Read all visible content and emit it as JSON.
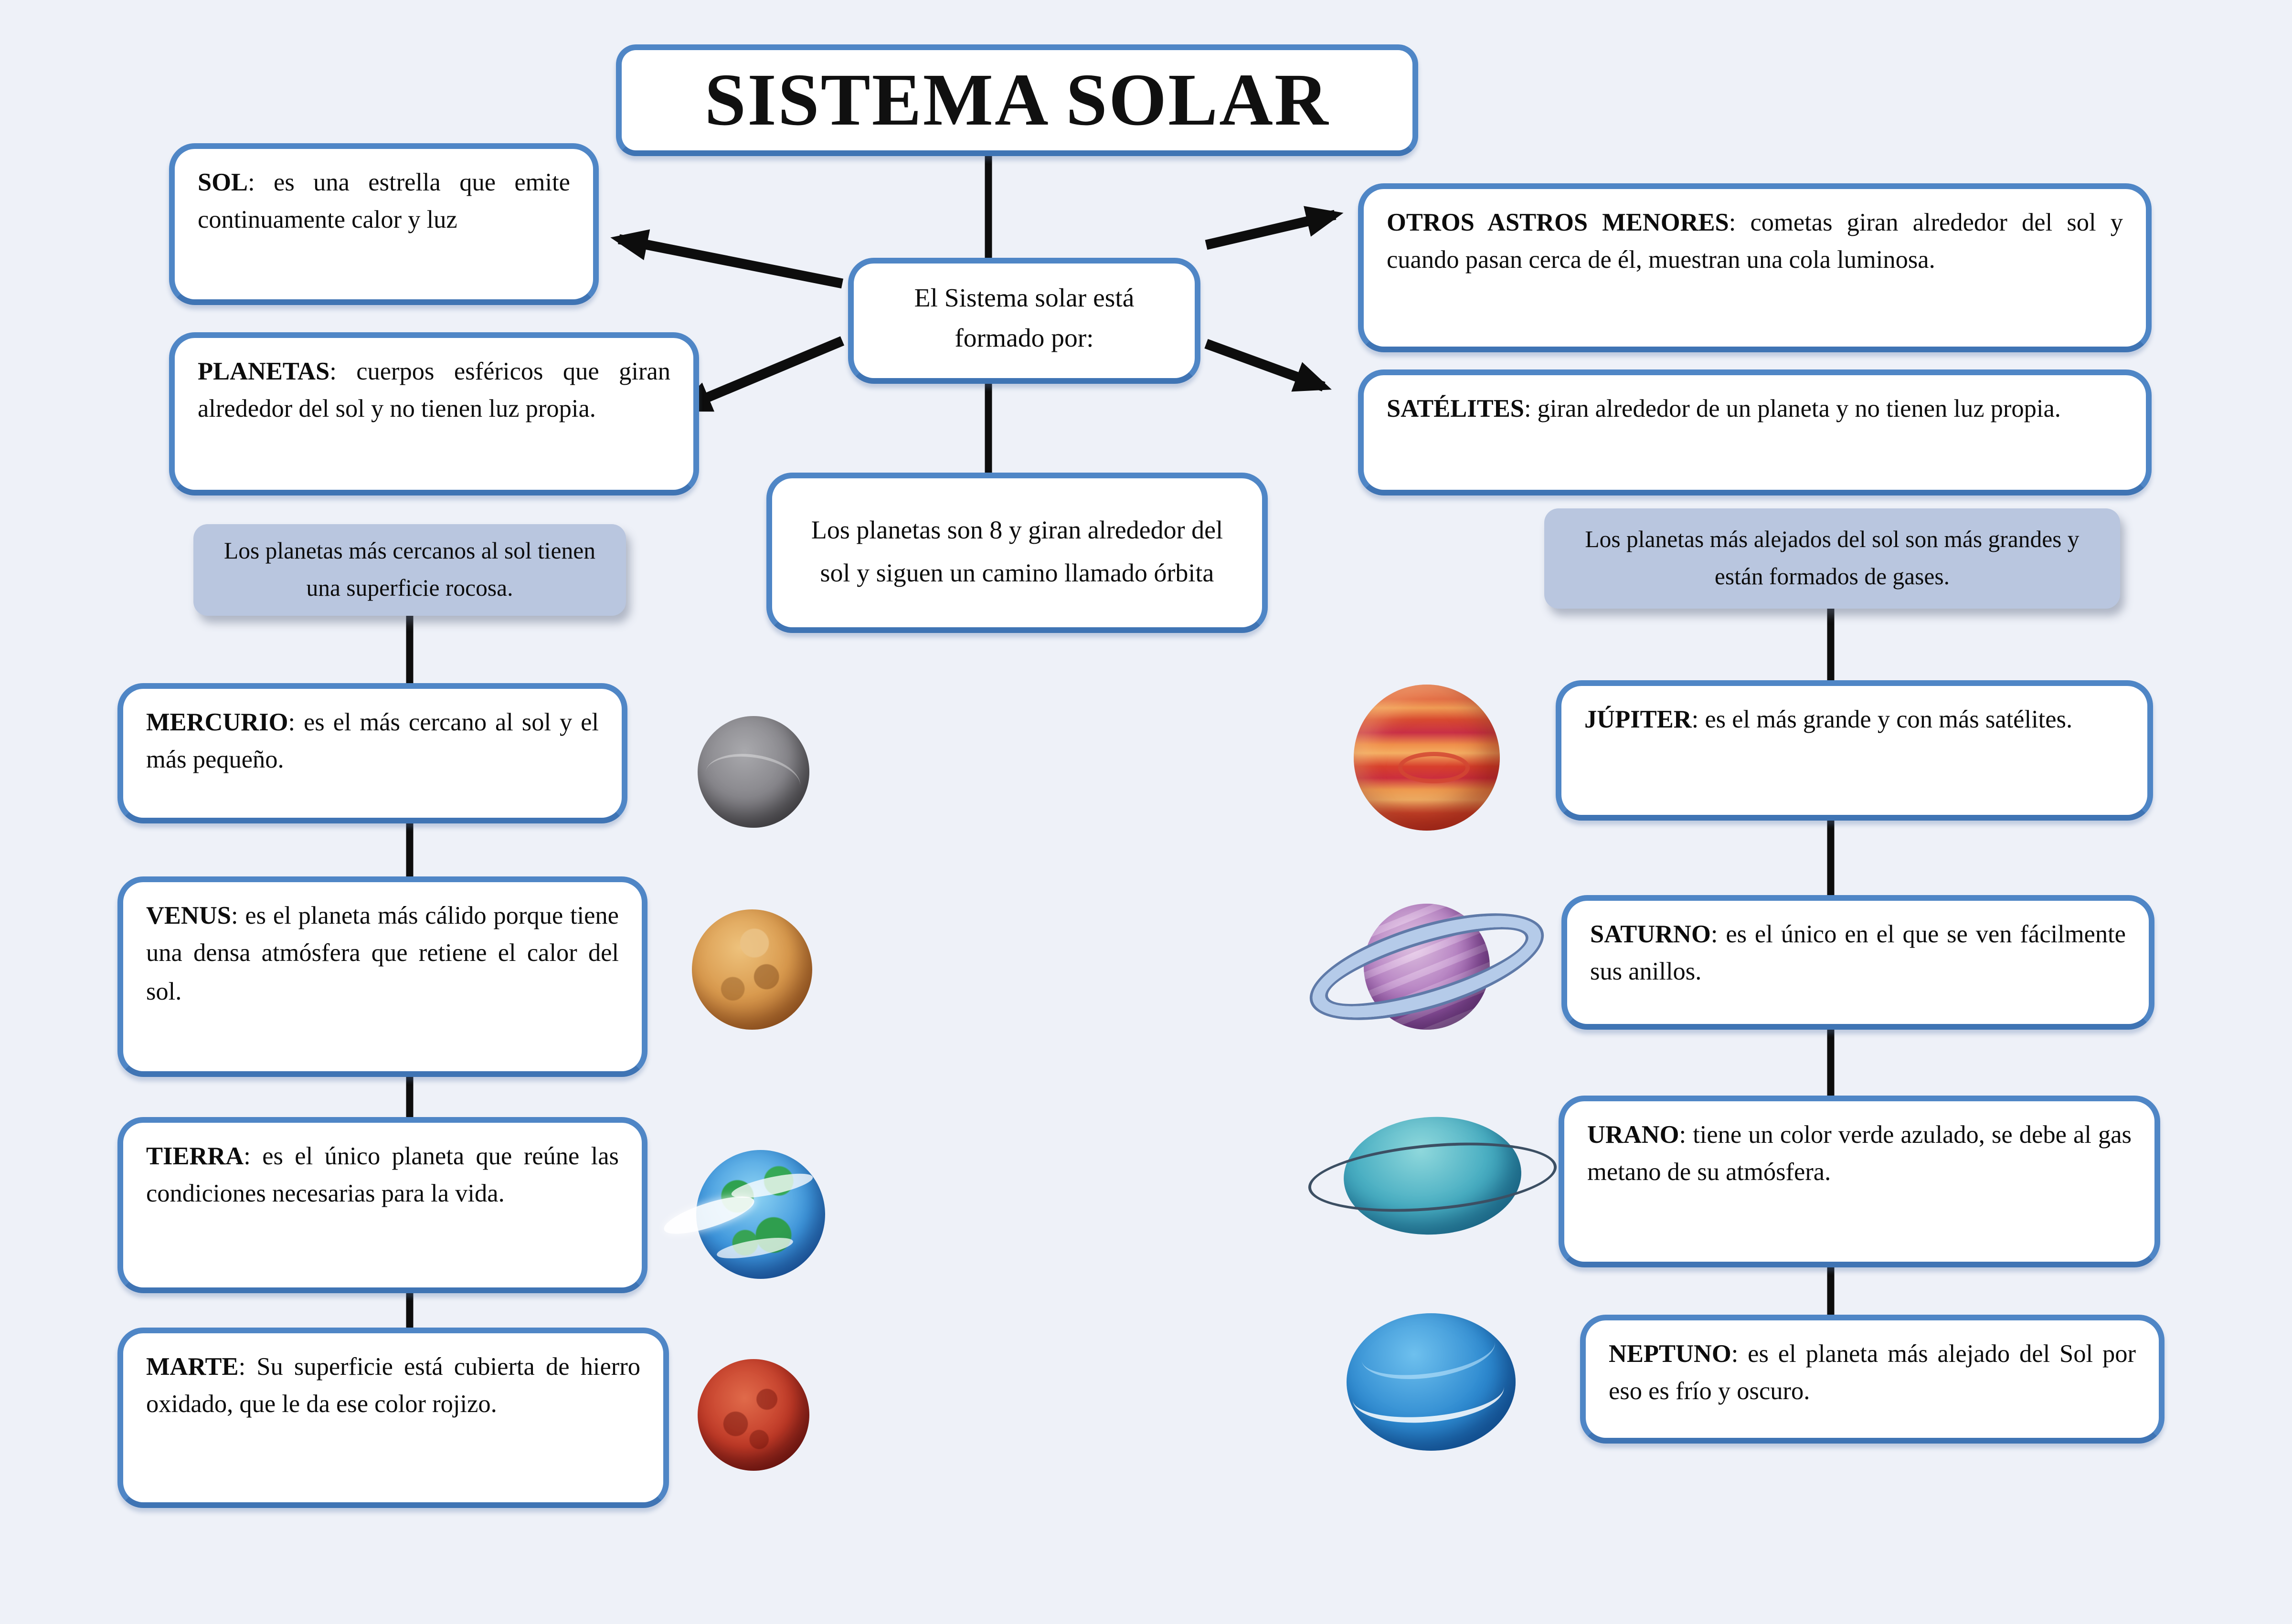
{
  "page_title": "SISTEMA SOLAR",
  "center": {
    "formed_by": "El Sistema solar está formado por:",
    "orbit_note": "Los planetas son 8 y giran alrededor del sol y siguen un camino llamado órbita"
  },
  "categories": {
    "sol": {
      "label": "SOL",
      "desc": ": es una estrella que emite continuamente calor y luz"
    },
    "planetas": {
      "label": "PLANETAS",
      "desc": ": cuerpos esféricos que giran alrededor del sol y no tienen luz propia."
    },
    "otros_astros": {
      "label": "OTROS ASTROS MENORES",
      "desc": ": cometas giran alrededor del sol y cuando pasan cerca de él, muestran una cola luminosa."
    },
    "satelites": {
      "label": "SATÉLITES",
      "desc": ": giran alrededor de un planeta y no tienen luz propia."
    }
  },
  "rocky_note": "Los planetas más cercanos al sol tienen una superficie rocosa.",
  "gas_note": "Los planetas más alejados del sol son más grandes y están formados de gases.",
  "rocky_planets": [
    {
      "name": "MERCURIO",
      "desc": ": es el más cercano al sol y el más pequeño.",
      "icon": "mercury-planet-icon"
    },
    {
      "name": "VENUS",
      "desc": ": es el planeta más cálido porque tiene una densa atmósfera que retiene el calor del sol.",
      "icon": "venus-planet-icon"
    },
    {
      "name": "TIERRA",
      "desc": ": es el único planeta que reúne las condiciones necesarias para la vida.",
      "icon": "earth-planet-icon"
    },
    {
      "name": "MARTE",
      "desc": ": Su superficie está cubierta de hierro oxidado, que le da ese color rojizo.",
      "icon": "mars-planet-icon"
    }
  ],
  "gas_planets": [
    {
      "name": "JÚPITER",
      "desc": ": es el más grande y con más satélites.",
      "icon": "jupiter-planet-icon"
    },
    {
      "name": "SATURNO",
      "desc": ": es el único en el que se ven fácilmente sus anillos.",
      "icon": "saturn-planet-icon"
    },
    {
      "name": "URANO",
      "desc": ": tiene un color verde azulado, se debe al gas metano de su atmósfera.",
      "icon": "uranus-planet-icon"
    },
    {
      "name": "NEPTUNO",
      "desc": ": es el planeta más alejado del Sol por eso es frío y oscuro.",
      "icon": "neptune-planet-icon"
    }
  ],
  "colors": {
    "box_border": "#4f86c6",
    "note_background": "#b9c6df",
    "page_background": "#eef1f8",
    "connector": "#0d0d0d"
  }
}
